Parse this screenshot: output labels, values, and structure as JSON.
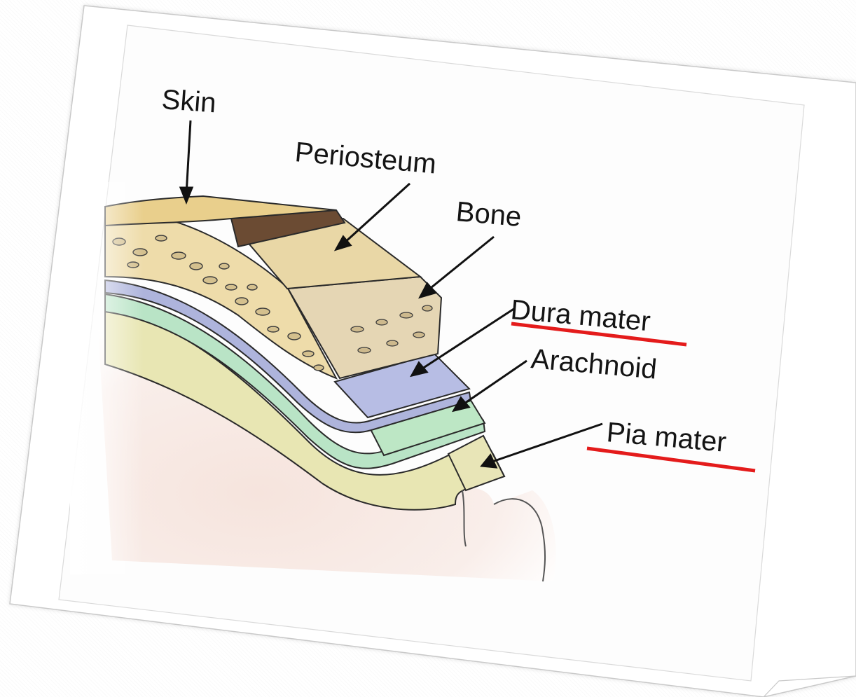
{
  "labels": {
    "skin": "Skin",
    "periosteum": "Periosteum",
    "bone": "Bone",
    "dura_mater": "Dura mater",
    "arachnoid": "Arachnoid",
    "pia_mater": "Pia mater"
  },
  "highlighted": [
    "dura_mater",
    "pia_mater"
  ],
  "colors": {
    "highlight_underline": "#e41b1b",
    "skin": "#e9cf8c",
    "periosteum": "#e9d7a6",
    "bone": "#c7b297",
    "dura_mater": "#b7bde4",
    "arachnoid": "#bde7c5",
    "pia_mater": "#e8e5b7",
    "brain": "#f7e9e4",
    "outline": "#1e1e1e"
  }
}
